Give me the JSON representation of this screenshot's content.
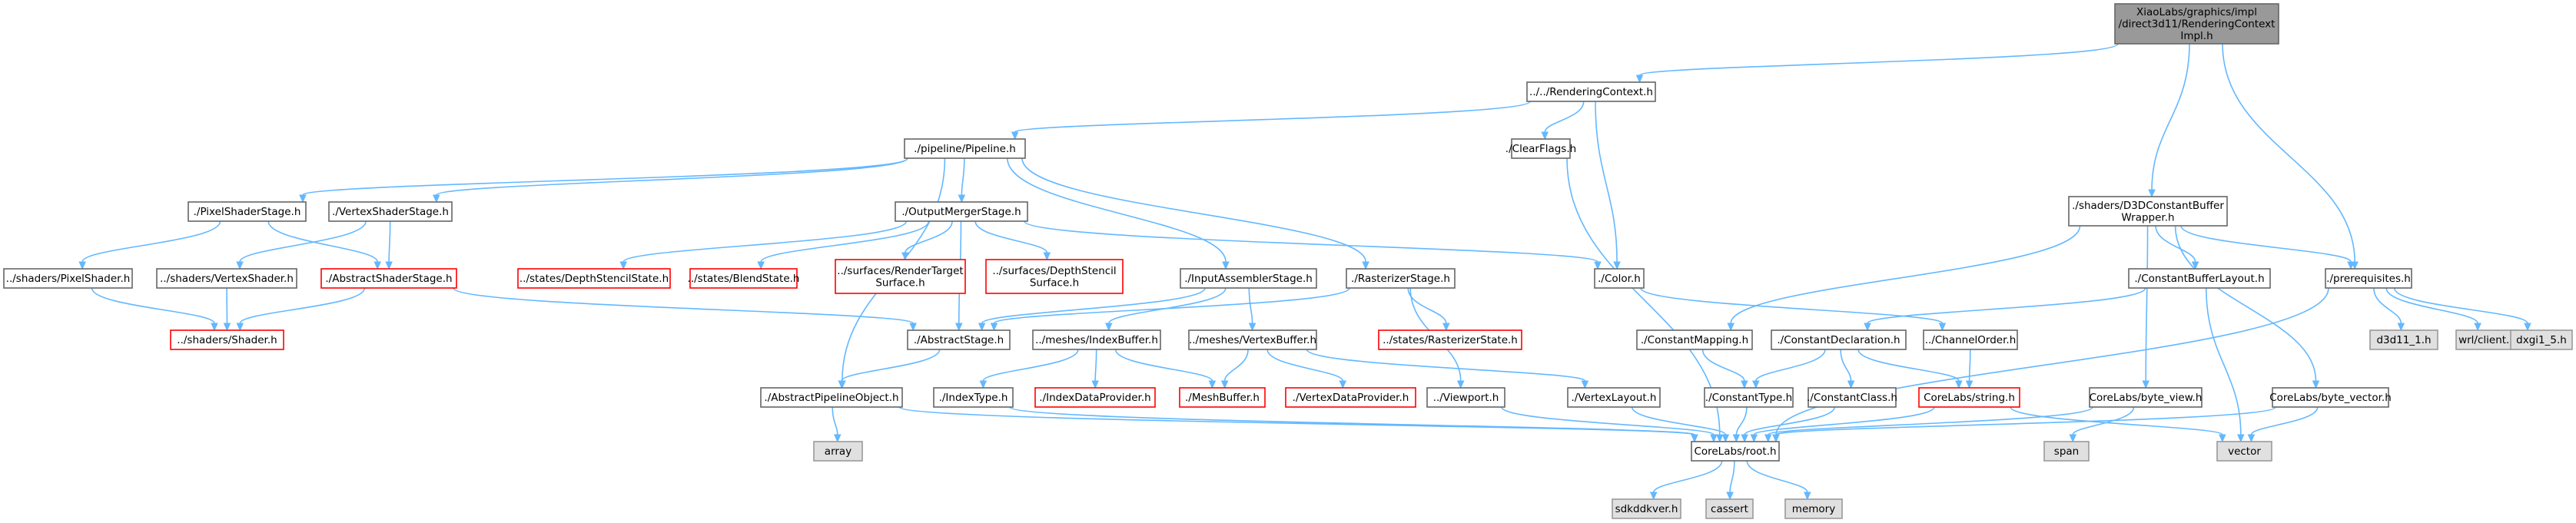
{
  "colors": {
    "edge": "#63b8ff",
    "root_fill": "#999999",
    "node_border": "#666666",
    "missing_border": "#ff0000",
    "system_fill": "#e0e0e0"
  },
  "nodes": [
    {
      "id": "root",
      "lines": [
        "XiaoLabs/graphics/impl",
        "/direct3d11/RenderingContext",
        "Impl.h"
      ],
      "kind": "root"
    },
    {
      "id": "renderingcontext",
      "lines": [
        "../../RenderingContext.h"
      ],
      "kind": "normal"
    },
    {
      "id": "d3dcbw",
      "lines": [
        "./shaders/D3DConstantBuffer",
        "Wrapper.h"
      ],
      "kind": "normal"
    },
    {
      "id": "prerequisites",
      "lines": [
        "./prerequisites.h"
      ],
      "kind": "normal"
    },
    {
      "id": "pipeline",
      "lines": [
        "./pipeline/Pipeline.h"
      ],
      "kind": "normal"
    },
    {
      "id": "clearflags",
      "lines": [
        "./ClearFlags.h"
      ],
      "kind": "normal"
    },
    {
      "id": "color",
      "lines": [
        "./Color.h"
      ],
      "kind": "normal"
    },
    {
      "id": "pixelstage",
      "lines": [
        "./PixelShaderStage.h"
      ],
      "kind": "normal"
    },
    {
      "id": "vertexstage",
      "lines": [
        "./VertexShaderStage.h"
      ],
      "kind": "normal"
    },
    {
      "id": "outputmerger",
      "lines": [
        "./OutputMergerStage.h"
      ],
      "kind": "normal"
    },
    {
      "id": "inputassembler",
      "lines": [
        "./InputAssemblerStage.h"
      ],
      "kind": "normal"
    },
    {
      "id": "rasterizer",
      "lines": [
        "./RasterizerStage.h"
      ],
      "kind": "normal"
    },
    {
      "id": "shaders_pixel",
      "lines": [
        "../shaders/PixelShader.h"
      ],
      "kind": "normal"
    },
    {
      "id": "shaders_vertex",
      "lines": [
        "../shaders/VertexShader.h"
      ],
      "kind": "normal"
    },
    {
      "id": "abstractshaderstage",
      "lines": [
        "./AbstractShaderStage.h"
      ],
      "kind": "missing"
    },
    {
      "id": "depthstencilstate",
      "lines": [
        "../states/DepthStencilState.h"
      ],
      "kind": "missing"
    },
    {
      "id": "blendstate",
      "lines": [
        "../states/BlendState.h"
      ],
      "kind": "missing"
    },
    {
      "id": "rendertarget",
      "lines": [
        "../surfaces/RenderTarget",
        "Surface.h"
      ],
      "kind": "missing"
    },
    {
      "id": "depthstencilsurface",
      "lines": [
        "../surfaces/DepthStencil",
        "Surface.h"
      ],
      "kind": "missing"
    },
    {
      "id": "shader",
      "lines": [
        "../shaders/Shader.h"
      ],
      "kind": "missing"
    },
    {
      "id": "abstractstage",
      "lines": [
        "./AbstractStage.h"
      ],
      "kind": "normal"
    },
    {
      "id": "indexbuffer",
      "lines": [
        "../meshes/IndexBuffer.h"
      ],
      "kind": "normal"
    },
    {
      "id": "vertexbuffer",
      "lines": [
        "../meshes/VertexBuffer.h"
      ],
      "kind": "normal"
    },
    {
      "id": "rasterizerstate",
      "lines": [
        "../states/RasterizerState.h"
      ],
      "kind": "missing"
    },
    {
      "id": "abstractpipelineobject",
      "lines": [
        "./AbstractPipelineObject.h"
      ],
      "kind": "normal"
    },
    {
      "id": "indextype",
      "lines": [
        "./IndexType.h"
      ],
      "kind": "normal"
    },
    {
      "id": "indexdataprovider",
      "lines": [
        "./IndexDataProvider.h"
      ],
      "kind": "missing"
    },
    {
      "id": "meshbuffer",
      "lines": [
        "./MeshBuffer.h"
      ],
      "kind": "missing"
    },
    {
      "id": "vertexdataprovider",
      "lines": [
        "./VertexDataProvider.h"
      ],
      "kind": "missing"
    },
    {
      "id": "viewport",
      "lines": [
        "../Viewport.h"
      ],
      "kind": "normal"
    },
    {
      "id": "vertexlayout",
      "lines": [
        "./VertexLayout.h"
      ],
      "kind": "normal"
    },
    {
      "id": "constantmapping",
      "lines": [
        "./ConstantMapping.h"
      ],
      "kind": "normal"
    },
    {
      "id": "constantdeclaration",
      "lines": [
        "./ConstantDeclaration.h"
      ],
      "kind": "normal"
    },
    {
      "id": "channelorder",
      "lines": [
        "../ChannelOrder.h"
      ],
      "kind": "normal"
    },
    {
      "id": "constantbufferlayout",
      "lines": [
        "./ConstantBufferLayout.h"
      ],
      "kind": "normal"
    },
    {
      "id": "constanttype",
      "lines": [
        "./ConstantType.h"
      ],
      "kind": "normal"
    },
    {
      "id": "constantclass",
      "lines": [
        "./ConstantClass.h"
      ],
      "kind": "normal"
    },
    {
      "id": "corelabs_string",
      "lines": [
        "CoreLabs/string.h"
      ],
      "kind": "missing"
    },
    {
      "id": "byte_view",
      "lines": [
        "CoreLabs/byte_view.h"
      ],
      "kind": "normal"
    },
    {
      "id": "byte_vector",
      "lines": [
        "CoreLabs/byte_vector.h"
      ],
      "kind": "normal"
    },
    {
      "id": "d3d11_1",
      "lines": [
        "d3d11_1.h"
      ],
      "kind": "system"
    },
    {
      "id": "wrlclient",
      "lines": [
        "wrl/client.h"
      ],
      "kind": "system"
    },
    {
      "id": "dxgi1_5",
      "lines": [
        "dxgi1_5.h"
      ],
      "kind": "system"
    },
    {
      "id": "array",
      "lines": [
        "array"
      ],
      "kind": "system"
    },
    {
      "id": "corelabs_root",
      "lines": [
        "CoreLabs/root.h"
      ],
      "kind": "normal"
    },
    {
      "id": "span",
      "lines": [
        "span"
      ],
      "kind": "system"
    },
    {
      "id": "vector",
      "lines": [
        "vector"
      ],
      "kind": "system"
    },
    {
      "id": "sdkddkver",
      "lines": [
        "sdkddkver.h"
      ],
      "kind": "system"
    },
    {
      "id": "cassert",
      "lines": [
        "cassert"
      ],
      "kind": "system"
    },
    {
      "id": "memory",
      "lines": [
        "memory"
      ],
      "kind": "system"
    }
  ],
  "edges": [
    [
      "root",
      "renderingcontext"
    ],
    [
      "root",
      "d3dcbw"
    ],
    [
      "root",
      "prerequisites"
    ],
    [
      "renderingcontext",
      "pipeline"
    ],
    [
      "renderingcontext",
      "clearflags"
    ],
    [
      "renderingcontext",
      "color"
    ],
    [
      "pipeline",
      "pixelstage"
    ],
    [
      "pipeline",
      "vertexstage"
    ],
    [
      "pipeline",
      "outputmerger"
    ],
    [
      "pipeline",
      "inputassembler"
    ],
    [
      "pipeline",
      "rasterizer"
    ],
    [
      "pipeline",
      "abstractpipelineobject"
    ],
    [
      "clearflags",
      "corelabs_root"
    ],
    [
      "pixelstage",
      "shaders_pixel"
    ],
    [
      "pixelstage",
      "abstractshaderstage"
    ],
    [
      "vertexstage",
      "shaders_vertex"
    ],
    [
      "vertexstage",
      "abstractshaderstage"
    ],
    [
      "shaders_pixel",
      "shader"
    ],
    [
      "shaders_vertex",
      "shader"
    ],
    [
      "abstractshaderstage",
      "shader"
    ],
    [
      "abstractshaderstage",
      "abstractstage"
    ],
    [
      "outputmerger",
      "depthstencilstate"
    ],
    [
      "outputmerger",
      "blendstate"
    ],
    [
      "outputmerger",
      "rendertarget"
    ],
    [
      "outputmerger",
      "depthstencilsurface"
    ],
    [
      "outputmerger",
      "abstractstage"
    ],
    [
      "outputmerger",
      "color"
    ],
    [
      "inputassembler",
      "abstractstage"
    ],
    [
      "inputassembler",
      "indexbuffer"
    ],
    [
      "inputassembler",
      "vertexbuffer"
    ],
    [
      "rasterizer",
      "abstractstage"
    ],
    [
      "rasterizer",
      "rasterizerstate"
    ],
    [
      "rasterizer",
      "viewport"
    ],
    [
      "abstractstage",
      "abstractpipelineobject"
    ],
    [
      "abstractpipelineobject",
      "array"
    ],
    [
      "abstractpipelineobject",
      "corelabs_root"
    ],
    [
      "indexbuffer",
      "indextype"
    ],
    [
      "indexbuffer",
      "indexdataprovider"
    ],
    [
      "indexbuffer",
      "meshbuffer"
    ],
    [
      "vertexbuffer",
      "meshbuffer"
    ],
    [
      "vertexbuffer",
      "vertexdataprovider"
    ],
    [
      "vertexbuffer",
      "vertexlayout"
    ],
    [
      "indextype",
      "corelabs_root"
    ],
    [
      "viewport",
      "corelabs_root"
    ],
    [
      "vertexlayout",
      "corelabs_root"
    ],
    [
      "color",
      "channelorder"
    ],
    [
      "channelorder",
      "corelabs_string"
    ],
    [
      "d3dcbw",
      "constantmapping"
    ],
    [
      "d3dcbw",
      "constantbufferlayout"
    ],
    [
      "d3dcbw",
      "prerequisites"
    ],
    [
      "d3dcbw",
      "byte_view"
    ],
    [
      "d3dcbw",
      "byte_vector"
    ],
    [
      "constantmapping",
      "constanttype"
    ],
    [
      "constantbufferlayout",
      "constantdeclaration"
    ],
    [
      "constantbufferlayout",
      "vector"
    ],
    [
      "constantdeclaration",
      "constanttype"
    ],
    [
      "constantdeclaration",
      "constantclass"
    ],
    [
      "constantdeclaration",
      "corelabs_string"
    ],
    [
      "constanttype",
      "corelabs_root"
    ],
    [
      "constantclass",
      "corelabs_root"
    ],
    [
      "corelabs_string",
      "corelabs_root"
    ],
    [
      "corelabs_string",
      "vector"
    ],
    [
      "byte_view",
      "corelabs_root"
    ],
    [
      "byte_view",
      "span"
    ],
    [
      "byte_vector",
      "corelabs_root"
    ],
    [
      "byte_vector",
      "vector"
    ],
    [
      "prerequisites",
      "d3d11_1"
    ],
    [
      "prerequisites",
      "wrlclient"
    ],
    [
      "prerequisites",
      "dxgi1_5"
    ],
    [
      "prerequisites",
      "corelabs_root"
    ],
    [
      "corelabs_root",
      "sdkddkver"
    ],
    [
      "corelabs_root",
      "cassert"
    ],
    [
      "corelabs_root",
      "memory"
    ]
  ]
}
